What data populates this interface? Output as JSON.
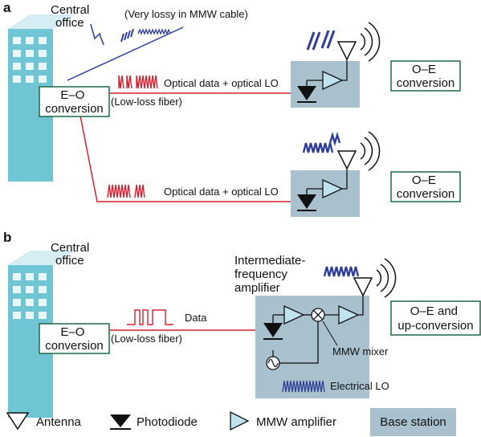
{
  "panel_a": {
    "label": "a",
    "central_office": [
      "Central",
      "office"
    ],
    "lossy_note": "(Very lossy in MMW cable)",
    "eo_conversion": [
      "E–O",
      "conversion"
    ],
    "fiber_note": "(Low-loss fiber)",
    "link_label_top": "Optical data + optical LO",
    "link_label_bottom": "Optical data + optical LO",
    "oe_top": [
      "O–E",
      "conversion"
    ],
    "oe_bottom": [
      "O–E",
      "conversion"
    ]
  },
  "panel_b": {
    "label": "b",
    "central_office": [
      "Central",
      "office"
    ],
    "eo_conversion": [
      "E–O",
      "conversion"
    ],
    "fiber_note": "(Low-loss fiber)",
    "data_label": "Data",
    "if_amp": [
      "Intermediate-",
      "frequency",
      "amplifier"
    ],
    "mixer_label": "MMW mixer",
    "lo_label": "Electrical LO",
    "oe_up": [
      "O–E and",
      "up-conversion"
    ]
  },
  "legend": {
    "antenna": "Antenna",
    "photodiode": "Photodiode",
    "amplifier": "MMW amplifier",
    "base_station": "Base station"
  },
  "colors": {
    "station_fill": "#a9c1cd",
    "building_light": "#bfe3ec",
    "building_mid": "#6fc5d3",
    "building_dark": "#3fa6b8",
    "window": "#e9f6f8",
    "optical_red": "#d6202f",
    "mmw_blue": "#2f3d99",
    "box_green": "#1c6b45",
    "amp_fill": "#bfe3ec"
  }
}
